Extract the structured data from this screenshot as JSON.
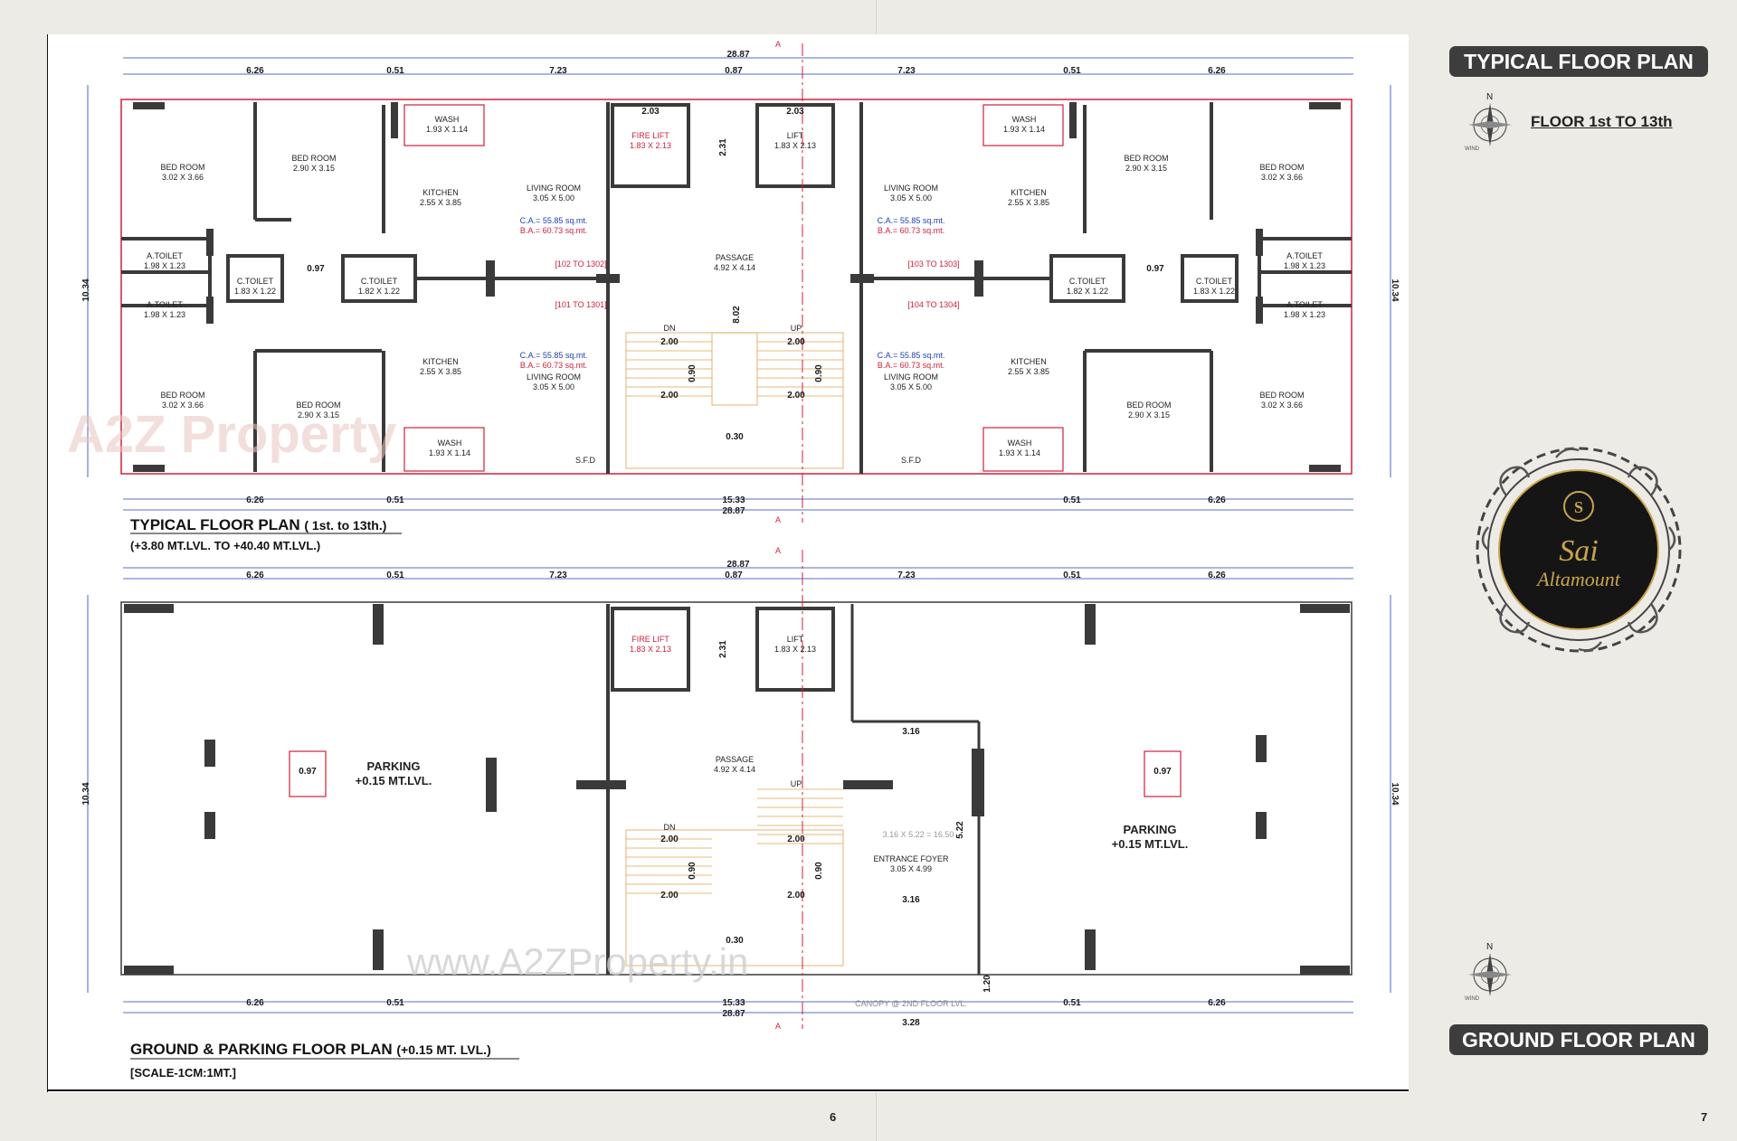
{
  "right_panel": {
    "typical_badge": "TYPICAL FLOOR PLAN",
    "floor_range": "FLOOR 1st TO 13th",
    "ground_badge": "GROUND FLOOR PLAN",
    "compass_n": "N",
    "compass_w": "WIND",
    "logo_line1": "Sai",
    "logo_line2": "Altamount"
  },
  "pages": {
    "left": "6",
    "right": "7"
  },
  "typical": {
    "title": "TYPICAL FLOOR PLAN",
    "title_range": "( 1st. to 13th.)",
    "levels": "(+3.80 MT.LVL. TO +40.40 MT.LVL.)",
    "dims": {
      "overall": "28.87",
      "w1": "6.26",
      "w2": "0.51",
      "w3": "7.23",
      "w4": "0.87",
      "w5": "7.23",
      "w6": "0.51",
      "w7": "6.26",
      "height": "10.34",
      "core": "15.33",
      "lift_w": "2.03",
      "lift_h": "2.31",
      "stair_w": "2.00",
      "stair_land": "0.90",
      "stair_h": "2.00",
      "gap": "0.30",
      "tw": "0.97",
      "th": "1.22",
      "wash_h": "1.14",
      "pass": "8.02"
    },
    "rooms": {
      "bed1": "BED ROOM",
      "bed1_d": "3.02 X 3.66",
      "bed2": "BED ROOM",
      "bed2_d": "2.90 X 3.15",
      "wash": "WASH",
      "wash_d": "1.93 X 1.14",
      "kitchen": "KITCHEN",
      "kitchen_d": "2.55 X 3.85",
      "living": "LIVING ROOM",
      "living_d": "3.05 X 5.00",
      "ca": "C.A.= 55.85 sq.mt.",
      "ba": "B.A.= 60.73 sq.mt.",
      "atoilet": "A.TOILET",
      "atoilet_d": "1.98 X 1.23",
      "ctoilet1": "C.TOILET",
      "ctoilet1_d": "1.83 X 1.22",
      "ctoilet2": "C.TOILET",
      "ctoilet2_d": "1.82 X 1.22",
      "firelift": "FIRE LIFT",
      "firelift_d": "1.83 X 2.13",
      "lift": "LIFT",
      "lift_d": "1.83 X 2.13",
      "passage": "PASSAGE",
      "passage_d": "4.92 X 4.14",
      "flat102": "[102 TO 1302]",
      "flat101": "[101 TO 1301]",
      "flat103": "[103 TO 1303]",
      "flat104": "[104 TO 1304]",
      "dn": "DN",
      "up": "UP",
      "sfd": "S.F.D"
    }
  },
  "ground": {
    "title": "GROUND & PARKING FLOOR PLAN",
    "title_lvl": "(+0.15 MT. LVL.)",
    "scale": "[SCALE-1CM:1MT.]",
    "parking": "PARKING",
    "parking_lvl": "+0.15 MT.LVL.",
    "foyer": "ENTRANCE FOYER",
    "foyer_d": "3.05 X 4.99",
    "foyer_calc": "3.16 X 5.22 = 16.50",
    "canopy": "CANOPY @ 2ND FLOOR LVL.",
    "dims": {
      "d316": "3.16",
      "d522": "5.22",
      "d120": "1.20",
      "d328": "3.28"
    }
  },
  "watermark_logo": "A2Z Property",
  "watermark_url": "www.A2ZProperty.in",
  "section_mark": "A",
  "colors": {
    "wall": "#3a3a3a",
    "red": "#d0203a",
    "blue": "#1e3fb4",
    "badge": "#3d3d3d",
    "paper": "#ecebe6"
  }
}
